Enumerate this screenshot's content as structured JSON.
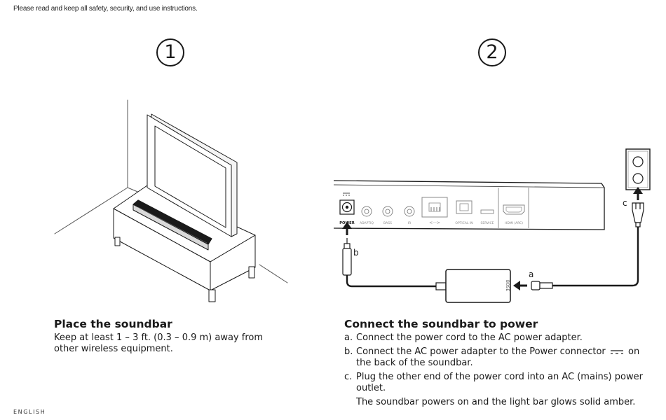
{
  "header": {
    "notice": "Please read and keep all safety, security, and use instructions."
  },
  "steps": [
    {
      "number": "1",
      "heading": "Place the soundbar",
      "body": "Keep at least 1 – 3 ft. (0.3 – 0.9 m) away from other wireless equipment."
    },
    {
      "number": "2",
      "heading": "Connect the soundbar to power",
      "items": [
        {
          "letter": "a.",
          "text": "Connect the power cord to the AC power adapter."
        },
        {
          "letter": "b.",
          "text_before": "Connect the AC power adapter to the Power connector",
          "text_after": "on the back of the soundbar."
        },
        {
          "letter": "c.",
          "text": "Plug the other end of the power cord into an AC (mains) power outlet."
        }
      ],
      "result": "The soundbar powers on and the light bar glows solid amber."
    }
  ],
  "diagram": {
    "ports": [
      "POWER",
      "ADAPTIQ",
      "BASS",
      "IR",
      "OPTICAL IN",
      "SERVICE",
      "HDMI (ARC)"
    ],
    "callouts": {
      "a": "a",
      "b": "b",
      "c": "c"
    }
  },
  "footer": {
    "language": "ENGLISH"
  }
}
